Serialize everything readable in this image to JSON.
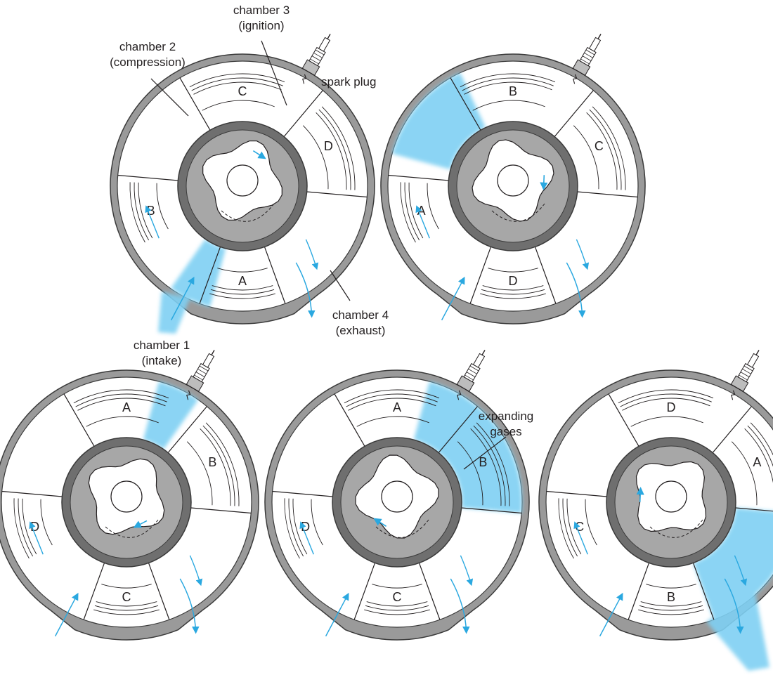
{
  "colors": {
    "housing": "#9a9a9a",
    "housing_edge": "#3a3a3a",
    "shaft": "#6f6f6f",
    "rotor": "#a7a7a7",
    "gas": "#7fd0f3",
    "arrow": "#2aa8e0",
    "ink": "#231f20"
  },
  "labels": {
    "chamber3": "chamber 3",
    "chamber3_sub": "(ignition)",
    "chamber2": "chamber 2",
    "chamber2_sub": "(compression)",
    "spark_plug": "spark plug",
    "chamber4": "chamber 4",
    "chamber4_sub": "(exhaust)",
    "chamber1": "chamber 1",
    "chamber1_sub": "(intake)",
    "expanding": "expanding",
    "expanding_sub": "gases"
  },
  "engines": [
    {
      "name": "stage-1",
      "segments": {
        "top": "C",
        "right": "D",
        "left": "B",
        "bottom": "A"
      },
      "gas": "intake",
      "icons": [
        "spark-plug-icon",
        "intake-flow-icon",
        "exhaust-arrow-icon"
      ]
    },
    {
      "name": "stage-2",
      "segments": {
        "top": "B",
        "right": "C",
        "left": "A",
        "bottom": "D"
      },
      "gas": "compression",
      "icons": [
        "spark-plug-icon",
        "intake-arrow-icon",
        "exhaust-arrow-icon"
      ]
    },
    {
      "name": "stage-3",
      "segments": {
        "top": "A",
        "right": "B",
        "left": "D",
        "bottom": "C"
      },
      "gas": "ignition",
      "icons": [
        "spark-plug-icon",
        "intake-arrow-icon",
        "exhaust-arrow-icon"
      ]
    },
    {
      "name": "stage-4",
      "segments": {
        "top": "A",
        "right": "B",
        "left": "D",
        "bottom": "C"
      },
      "gas": "expansion",
      "icons": [
        "spark-plug-icon",
        "intake-arrow-icon",
        "exhaust-arrow-icon"
      ]
    },
    {
      "name": "stage-5",
      "segments": {
        "top": "D",
        "right": "A",
        "left": "C",
        "bottom": "B"
      },
      "gas": "exhaust",
      "icons": [
        "spark-plug-icon",
        "intake-arrow-icon",
        "exhaust-flow-icon"
      ]
    }
  ]
}
